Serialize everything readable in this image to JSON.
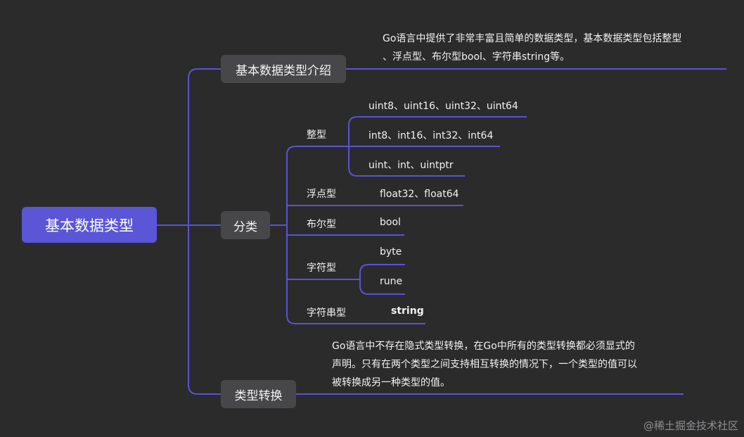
{
  "root": {
    "label": "基本数据类型"
  },
  "branches": {
    "intro": {
      "label": "基本数据类型介绍",
      "note_line1": "Go语言中提供了非常丰富且简单的数据类型，基本数据类型包括整型",
      "note_line2": "、浮点型、布尔型bool、字符串string等。"
    },
    "category": {
      "label": "分类",
      "integer": {
        "label": "整型",
        "items": [
          "uint8、uint16、uint32、uint64",
          "int8、int16、int32、int64",
          "uint、int、uintptr"
        ]
      },
      "float": {
        "label": "浮点型",
        "item": "float32、float64"
      },
      "boolean": {
        "label": "布尔型",
        "item": "bool"
      },
      "character": {
        "label": "字符型",
        "items": [
          "byte",
          "rune"
        ]
      },
      "string": {
        "label": "字符串型",
        "item": "string"
      }
    },
    "conversion": {
      "label": "类型转换",
      "note_line1": "Go语言中不存在隐式类型转换，在Go中所有的类型转换都必须显式的",
      "note_line2": "声明。只有在两个类型之间支持相互转换的情况下，一个类型的值可以",
      "note_line3": "被转换成另一种类型的值。"
    }
  },
  "watermark": "@稀土掘金技术社区",
  "colors": {
    "background": "#2b2b2c",
    "root": "#5b56d6",
    "node": "#474749",
    "line": "#5a52d2"
  }
}
